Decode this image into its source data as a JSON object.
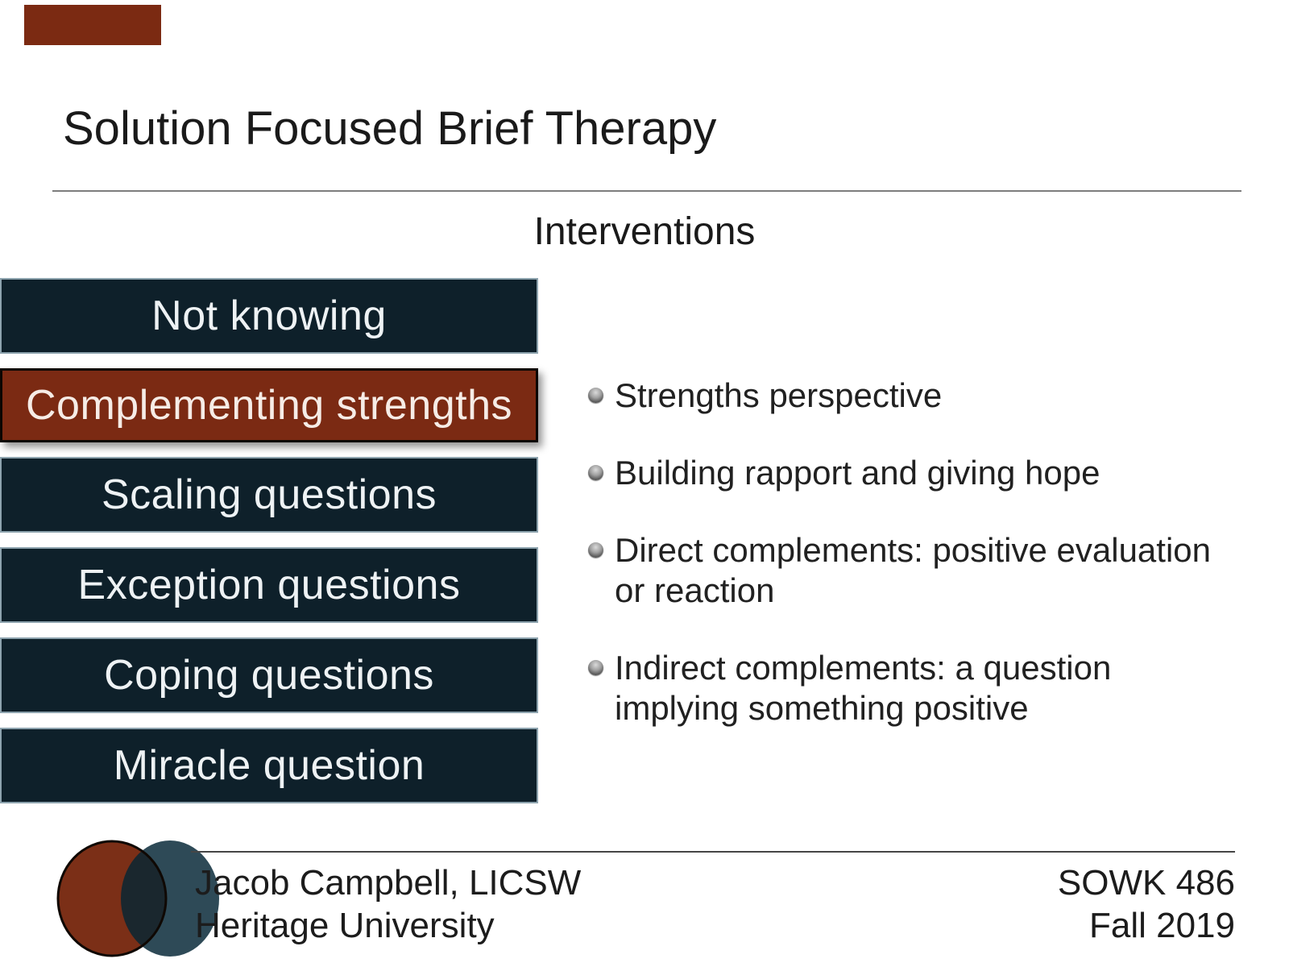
{
  "slide": {
    "title": "Solution Focused Brief Therapy",
    "subtitle": "Interventions"
  },
  "theme": {
    "navy": "#0e202a",
    "red": "#7b2a13",
    "accent": "#7b2a12"
  },
  "interventions": {
    "items": [
      {
        "label": "Not knowing",
        "highlighted": false
      },
      {
        "label": "Complementing strengths",
        "highlighted": true
      },
      {
        "label": "Scaling questions",
        "highlighted": false
      },
      {
        "label": "Exception questions",
        "highlighted": false
      },
      {
        "label": "Coping questions",
        "highlighted": false
      },
      {
        "label": "Miracle question",
        "highlighted": false
      }
    ]
  },
  "bullets": [
    {
      "text": "Strengths perspective"
    },
    {
      "text": "Building rapport and giving hope"
    },
    {
      "text": "Direct complements:  positive evaluation\nor reaction"
    },
    {
      "text": "Indirect complements: a question\nimplying something positive"
    }
  ],
  "footer": {
    "author": "Jacob Campbell, LICSW",
    "institution": "Heritage University",
    "course": "SOWK 486",
    "term": "Fall 2019",
    "logo": {
      "red": "#7b2f17",
      "teal": "#2e4a57",
      "overlap": "#1a272e",
      "outline": "#0f0803"
    }
  }
}
